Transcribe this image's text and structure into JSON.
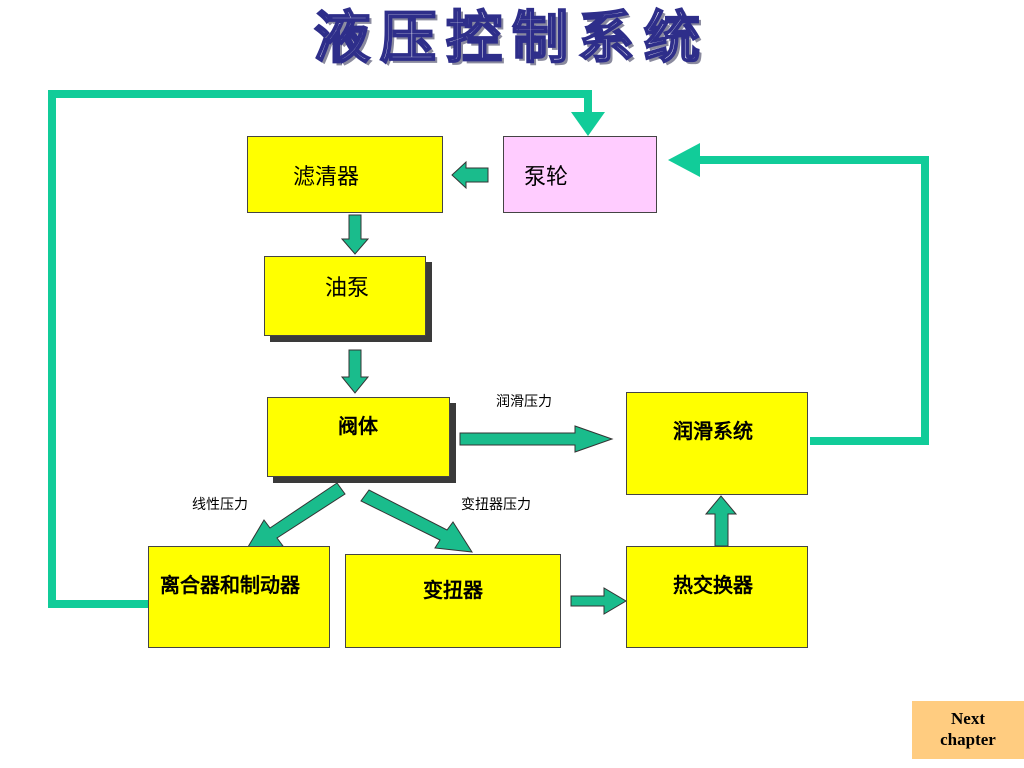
{
  "title": "液压控制系统",
  "nodes": {
    "filter": "滤清器",
    "pump_wheel": "泵轮",
    "oil_pump": "油泵",
    "valve_body": "阀体",
    "lubrication_system": "润滑系统",
    "clutch_brake": "离合器和制动器",
    "torque_converter": "变扭器",
    "heat_exchanger": "热交换器"
  },
  "edge_labels": {
    "lube_pressure": "润滑压力",
    "line_pressure": "线性压力",
    "converter_pressure": "变扭器压力"
  },
  "nav": {
    "next_line1": "Next",
    "next_line2": "chapter"
  },
  "colors": {
    "box_fill": "#ffff00",
    "pump_wheel_fill": "#ffccff",
    "arrow_fill": "#1abc8c",
    "loop_line": "#11cc99",
    "next_button": "#ffcc80"
  }
}
